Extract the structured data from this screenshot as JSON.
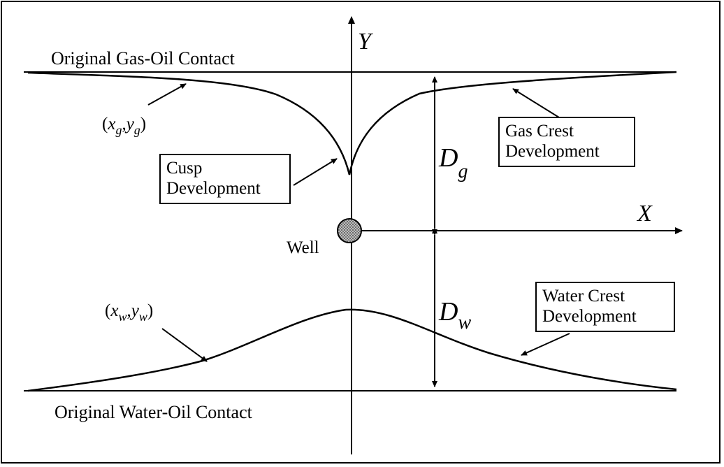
{
  "labels": {
    "gas_oil_contact": "Original Gas-Oil Contact",
    "water_oil_contact": "Original Water-Oil Contact",
    "well": "Well",
    "axis_x": "X",
    "axis_y": "Y",
    "gas_point": {
      "open": "(",
      "x": "x",
      "x_sub": "g",
      "comma": ",",
      "y": "y",
      "y_sub": "g",
      "close": ")"
    },
    "water_point": {
      "open": "(",
      "x": "x",
      "x_sub": "w",
      "comma": ",",
      "y": "y",
      "y_sub": "w",
      "close": ")"
    },
    "dist_gas": {
      "main": "D",
      "sub": "g"
    },
    "dist_water": {
      "main": "D",
      "sub": "w"
    }
  },
  "boxes": {
    "cusp": {
      "line1": "Cusp",
      "line2": "Development"
    },
    "gas_crest": {
      "line1": "Gas Crest",
      "line2": "Development"
    },
    "water_crest": {
      "line1": "Water Crest",
      "line2": "Development"
    }
  },
  "colors": {
    "ink": "#000000",
    "well_fill": "#9a9a9a",
    "background": "#ffffff"
  }
}
